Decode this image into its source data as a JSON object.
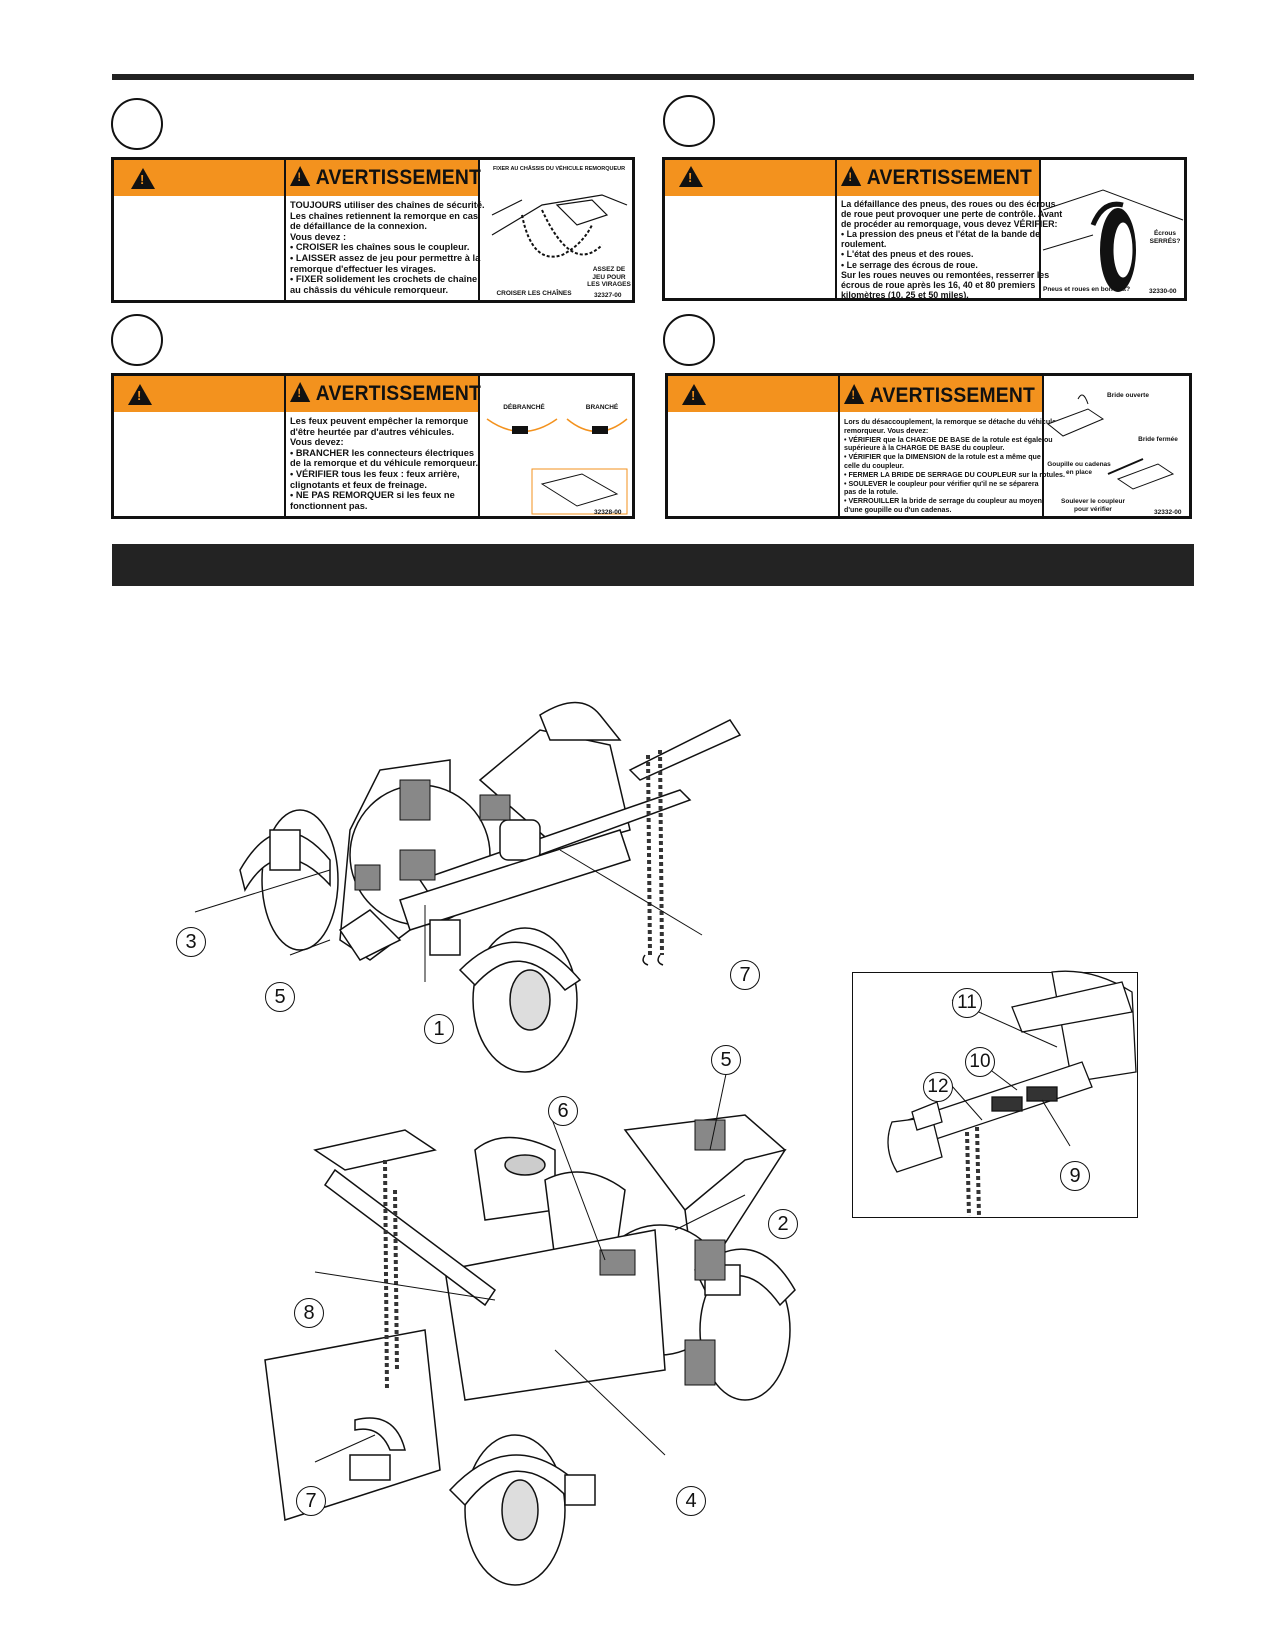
{
  "labels": {
    "top_left": {
      "header": "AVERTISSEMENT",
      "body": "TOUJOURS utiliser des chaînes de sécurité.\nLes chaînes retiennent la remorque en cas\nde défaillance de la connexion.\nVous devez :\n• CROISER les chaînes sous le coupleur.\n• LAISSER assez de jeu pour permettre à la\n   remorque d'effectuer les virages.\n• FIXER solidement les crochets de chaîne\n   au châssis du véhicule remorqueur.",
      "fig_top": "FIXER AU CHÂSSIS DU VÉHICULE REMORQUEUR",
      "fig_bottom": "CROISER LES CHAÎNES",
      "fig_right": "ASSEZ DE\nJEU POUR\nLES VIRAGES",
      "code": "32327-00"
    },
    "top_right": {
      "header": "AVERTISSEMENT",
      "body": "La défaillance des pneus, des roues ou des écrous\nde roue peut provoquer une perte de contrôle. Avant\nde procéder au remorquage, vous devez VÉRIFIER:\n• La pression des pneus et l'état de la bande de\n   roulement.\n• L'état des pneus et des roues.\n• Le serrage des écrous de roue.\nSur les roues neuves ou remontées, resserrer les\nécrous de roue après les 16, 40 et 80 premiers\nkilomètres (10, 25 et 50 miles).",
      "fig_right": "Écrous\nSERRÉS?",
      "fig_bottom": "Pneus et roues en bon état?",
      "code": "32330-00"
    },
    "bottom_left": {
      "header": "AVERTISSEMENT",
      "body": "Les feux peuvent empêcher la remorque\nd'être heurtée par d'autres véhicules.\nVous devez:\n• BRANCHER les connecteurs électriques\n   de la remorque et du véhicule remorqueur.\n• VÉRIFIER tous les feux : feux arrière,\n   clignotants et feux de freinage.\n• NE PAS REMORQUER si les feux ne\n   fonctionnent pas.",
      "fig_left": "DÉBRANCHÉ",
      "fig_right": "BRANCHÉ",
      "code": "32328-00"
    },
    "bottom_right": {
      "header": "AVERTISSEMENT",
      "body": "Lors du désaccouplement, la remorque se détache du véhicule\nremorqueur. Vous devez:\n• VÉRIFIER que la CHARGE DE BASE de la  rotule est égale ou\n   supérieure à la CHARGE  DE BASE du coupleur.\n• VÉRIFIER que la DIMENSION de la rotule est a même que\n   celle du coupleur.\n• FERMER LA BRIDE DE SERRAGE DU COUPLEUR sur la rotules.\n• SOULEVER le coupleur pour vérifier qu'il ne se séparera\n   pas de la rotule.\n• VERROUILLER la bride de serrage du coupleur au moyen\n   d'une goupille ou d'un cadenas.",
      "fig_open": "Bride ouverte",
      "fig_closed": "Bride fermée",
      "fig_pin": "Goupille ou cadenas\nen place",
      "fig_lift": "Soulever le coupleur\npour vérifier",
      "code": "32332-00"
    }
  },
  "callouts_upper": [
    "3",
    "5",
    "1",
    "7"
  ],
  "callouts_lower": [
    "5",
    "6",
    "2",
    "8",
    "7",
    "4"
  ],
  "callouts_inset": [
    "11",
    "10",
    "12",
    "9"
  ],
  "colors": {
    "warning_orange": "#f3921e",
    "bar": "#232323"
  }
}
